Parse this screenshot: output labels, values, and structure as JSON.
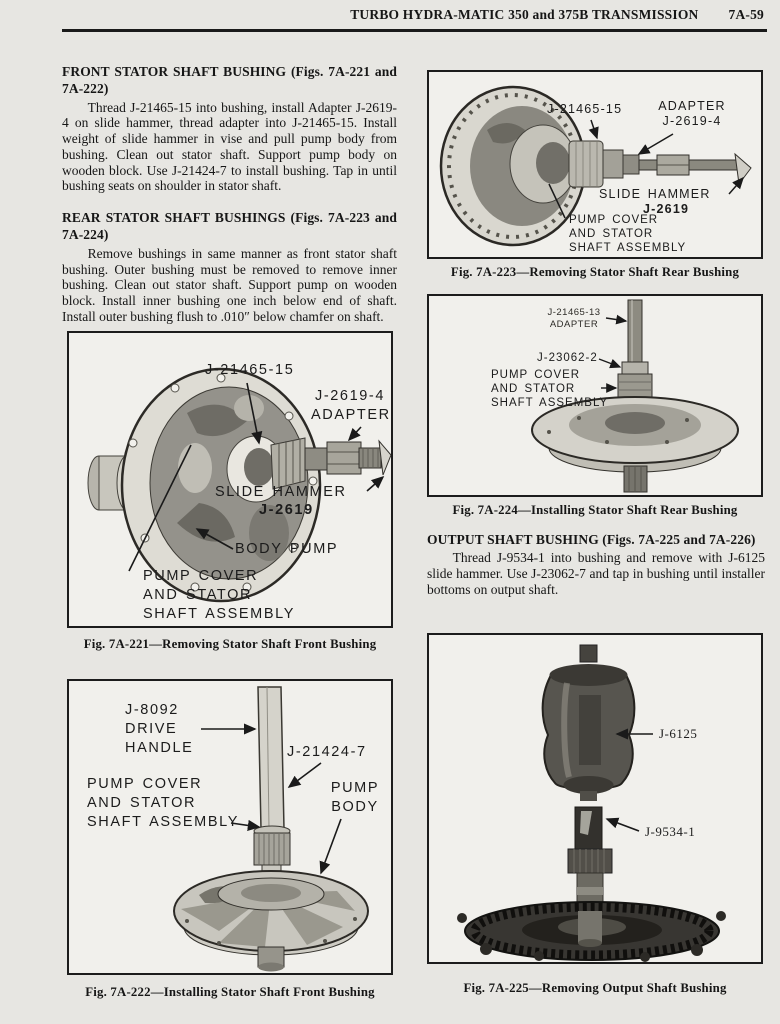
{
  "colors": {
    "paper": "#e7e6e2",
    "figure_bg": "#f1f0ec",
    "ink": "#161616"
  },
  "header": {
    "title": "TURBO HYDRA-MATIC 350 and 375B TRANSMISSION",
    "page_num": "7A-59"
  },
  "sections": [
    {
      "heading": "FRONT STATOR SHAFT BUSHING (Figs. 7A-221 and 7A-222)",
      "body": "Thread J-21465-15 into bushing, install Adapter J-2619-4 on slide hammer, thread adapter into J-21465-15. Install weight of slide hammer in vise and pull pump body from bushing. Clean out stator shaft. Support pump body on wooden block. Use J-21424-7 to install bushing. Tap in until bushing seats on shoulder in stator shaft."
    },
    {
      "heading": "REAR STATOR SHAFT BUSHINGS (Figs. 7A-223 and 7A-224)",
      "body": "Remove bushings in same manner as front stator shaft bushing. Outer bushing must be removed to remove inner bushing. Clean out stator shaft. Support pump on wooden block. Install inner bushing one inch below end of shaft. Install outer bushing flush to .010″ below chamfer on shaft."
    },
    {
      "heading": "OUTPUT SHAFT BUSHING (Figs. 7A-225 and 7A-226)",
      "body": "Thread J-9534-1 into bushing and remove with J-6125 slide hammer. Use J-23062-7 and tap in bushing until installer bottoms on output shaft."
    }
  ],
  "figures": {
    "f221": {
      "caption": "Fig. 7A-221—Removing Stator Shaft Front Bushing",
      "labels": {
        "tool": "J-21465-15",
        "adapter": "J-2619-4\nADAPTER",
        "slide_hammer": "SLIDE HAMMER",
        "hammer_num": "J-2619",
        "body_pump": "BODY PUMP",
        "pump_cover": "PUMP COVER\nAND STATOR\nSHAFT ASSEMBLY"
      }
    },
    "f222": {
      "caption": "Fig. 7A-222—Installing Stator Shaft Front Bushing",
      "labels": {
        "drive_handle": "J-8092\nDRIVE\nHANDLE",
        "installer": "J-21424-7",
        "pump_cover": "PUMP COVER\nAND STATOR\nSHAFT ASSEMBLY",
        "pump_body": "PUMP\nBODY"
      }
    },
    "f223": {
      "caption": "Fig. 7A-223—Removing Stator Shaft Rear Bushing",
      "labels": {
        "tool": "J-21465-15",
        "adapter": "ADAPTER\nJ-2619-4",
        "slide_hammer": "SLIDE HAMMER",
        "hammer_num": "J-2619",
        "pump_cover": "PUMP COVER\nAND STATOR\nSHAFT ASSEMBLY"
      }
    },
    "f224": {
      "caption": "Fig. 7A-224—Installing Stator Shaft Rear Bushing",
      "labels": {
        "adapter": "J-21465-13\nADAPTER",
        "installer": "J-23062-2",
        "pump_cover": "PUMP COVER\nAND STATOR\nSHAFT ASSEMBLY"
      }
    },
    "f225": {
      "caption": "Fig. 7A-225—Removing Output Shaft Bushing",
      "labels": {
        "handle": "J-6125",
        "remover": "J-9534-1"
      }
    }
  }
}
